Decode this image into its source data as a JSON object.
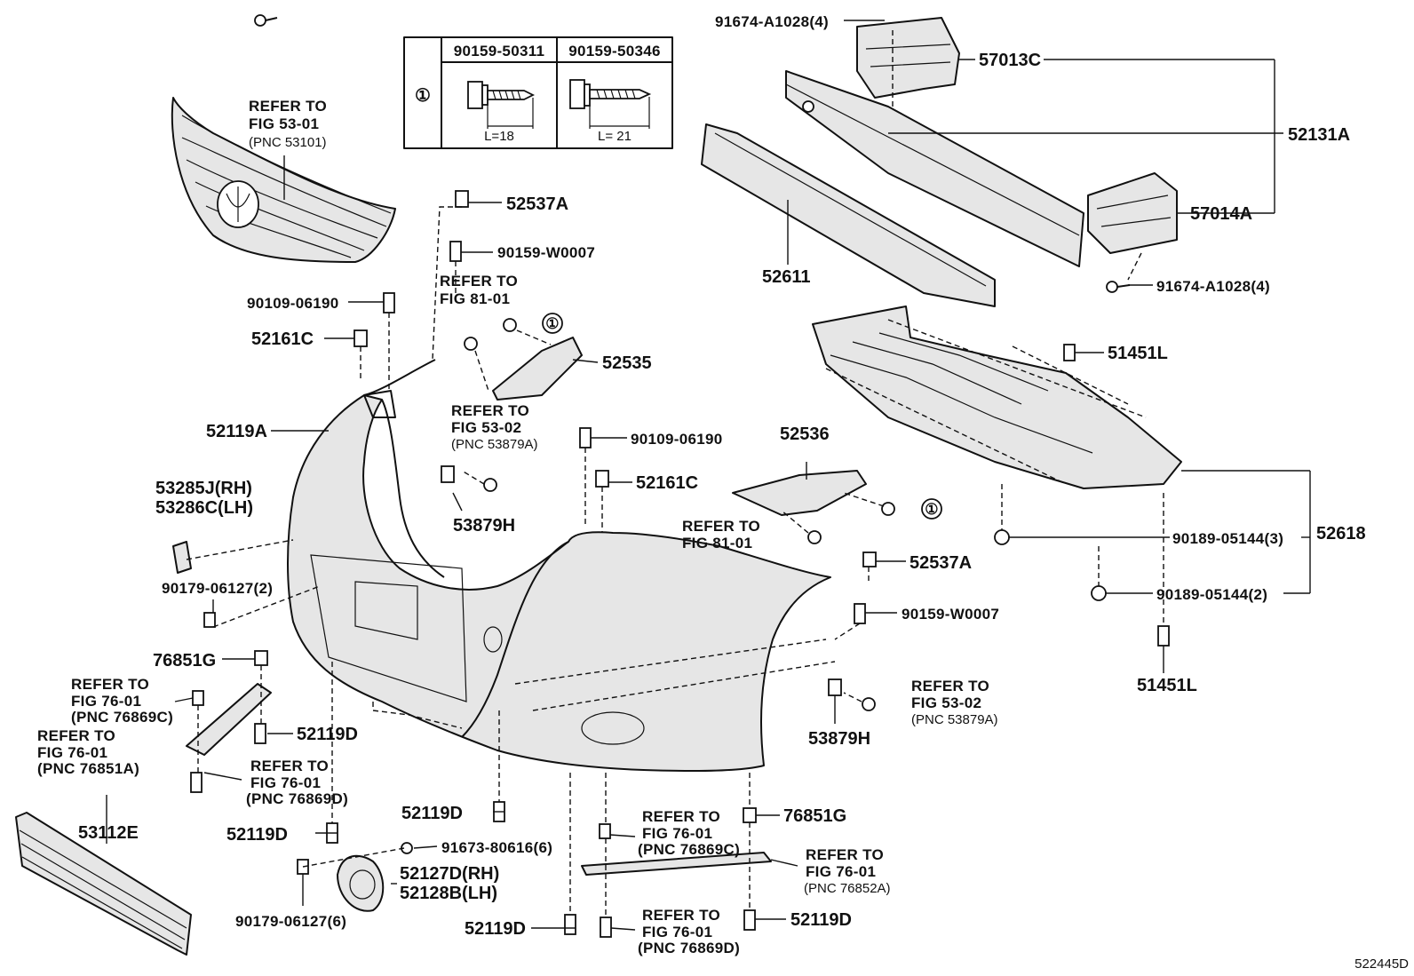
{
  "diagram_id": "522445D",
  "legend": {
    "symbol": "①",
    "col1_part": "90159-50311",
    "col1_length": "L=18",
    "col2_part": "90159-50346",
    "col2_length": "L= 21"
  },
  "labels": {
    "p91674_top": "91674-A1028(4)",
    "p57013C": "57013C",
    "p52131A": "52131A",
    "p57014A": "57014A",
    "p91674_bottom": "91674-A1028(4)",
    "p52611": "52611",
    "p51451L_top": "51451L",
    "p51451L_bottom": "51451L",
    "p52618": "52618",
    "p90189_3": "90189-05144(3)",
    "p90189_2": "90189-05144(2)",
    "p52537A_top": "52537A",
    "p90159_top": "90159-W0007",
    "p52537A_mid": "52537A",
    "p90159_mid": "90159-W0007",
    "p52535": "52535",
    "p52536": "52536",
    "p90109_left": "90109-06190",
    "p90109_mid": "90109-06190",
    "p52161C_left": "52161C",
    "p52161C_mid": "52161C",
    "p52119A": "52119A",
    "p53285J": "53285J(RH)",
    "p53286C": "53286C(LH)",
    "p53879H_left": "53879H",
    "p53879H_right": "53879H",
    "p90179_2": "90179-06127(2)",
    "p76851G_left": "76851G",
    "p76851G_right": "76851G",
    "p52119D_a": "52119D",
    "p52119D_b": "52119D",
    "p52119D_c": "52119D",
    "p52119D_d": "52119D",
    "p52119D_e": "52119D",
    "p53112E": "53112E",
    "p91673": "91673-80616(6)",
    "p52127D": "52127D(RH)",
    "p52128B": "52128B(LH)",
    "p90179_6": "90179-06127(6)"
  },
  "refs": {
    "grille_1": "REFER TO",
    "grille_2": "FIG 53-01",
    "grille_3": "(PNC 53101)",
    "fig81a_1": "REFER TO",
    "fig81a_2": "FIG 81-01",
    "fig53a_1": "REFER TO",
    "fig53a_2": "FIG 53-02",
    "fig53a_3": "(PNC 53879A)",
    "fig81b_1": "REFER TO",
    "fig81b_2": "FIG 81-01",
    "fig53b_1": "REFER TO",
    "fig53b_2": "FIG 53-02",
    "fig53b_3": "(PNC 53879A)",
    "fig76a_1": "REFER TO",
    "fig76a_2": "FIG 76-01",
    "fig76a_3": "(PNC 76869C)",
    "fig76b_1": "REFER TO",
    "fig76b_2": "FIG 76-01",
    "fig76b_3": "(PNC 76851A)",
    "fig76c_1": "REFER TO",
    "fig76c_2": "FIG 76-01",
    "fig76c_3": "(PNC 76869D)",
    "fig76d_1": "REFER TO",
    "fig76d_2": "FIG 76-01",
    "fig76d_3": "(PNC 76869C)",
    "fig76e_1": "REFER TO",
    "fig76e_2": "FIG 76-01",
    "fig76e_3": "(PNC 76852A)",
    "fig76f_1": "REFER TO",
    "fig76f_2": "FIG 76-01",
    "fig76f_3": "(PNC 76869D)"
  },
  "circled_ref": "①"
}
